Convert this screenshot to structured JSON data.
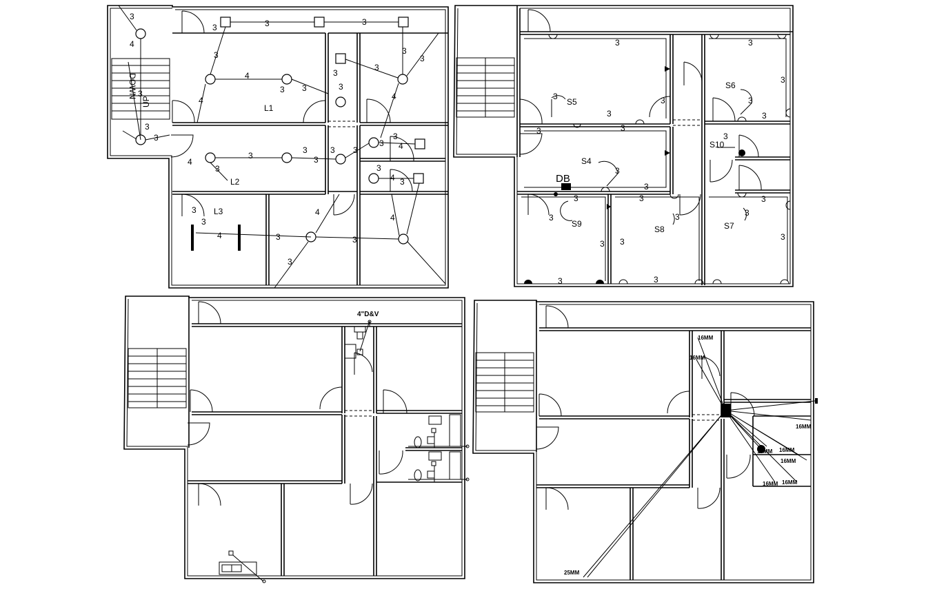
{
  "plans": {
    "lighting": {
      "stair_label": "DOWN",
      "up_label": "UP",
      "fixtures": [
        "L1",
        "L2",
        "L3"
      ],
      "wire_labels": [
        "3",
        "4",
        "3",
        "3",
        "3",
        "4",
        "3",
        "3",
        "3",
        "4",
        "3",
        "3",
        "3",
        "3",
        "3",
        "3",
        "4",
        "3",
        "3",
        "3",
        "3",
        "3",
        "3",
        "3",
        "4",
        "3",
        "3",
        "3",
        "4",
        "3",
        "4",
        "3",
        "3",
        "3",
        "4",
        "3",
        "4",
        "3",
        "3",
        "4"
      ]
    },
    "power": {
      "switch_labels": [
        "S4",
        "S5",
        "S6",
        "S7",
        "S8",
        "S9",
        "S10"
      ],
      "db_label": "DB",
      "wire_labels": [
        "3",
        "3",
        "3",
        "3",
        "3",
        "3",
        "3",
        "3",
        "3",
        "3",
        "3",
        "3",
        "3",
        "3",
        "3",
        "3",
        "3",
        "3",
        "3",
        "3",
        "3",
        "3",
        "3",
        "3"
      ]
    },
    "plumbing": {
      "pipe_label": "4\"D&V"
    },
    "data": {
      "cable_labels": [
        "16MM",
        "16MM",
        "16MM",
        "16MM",
        "16MM",
        "16MM",
        "16MM",
        "16MM",
        "25MM"
      ]
    }
  }
}
